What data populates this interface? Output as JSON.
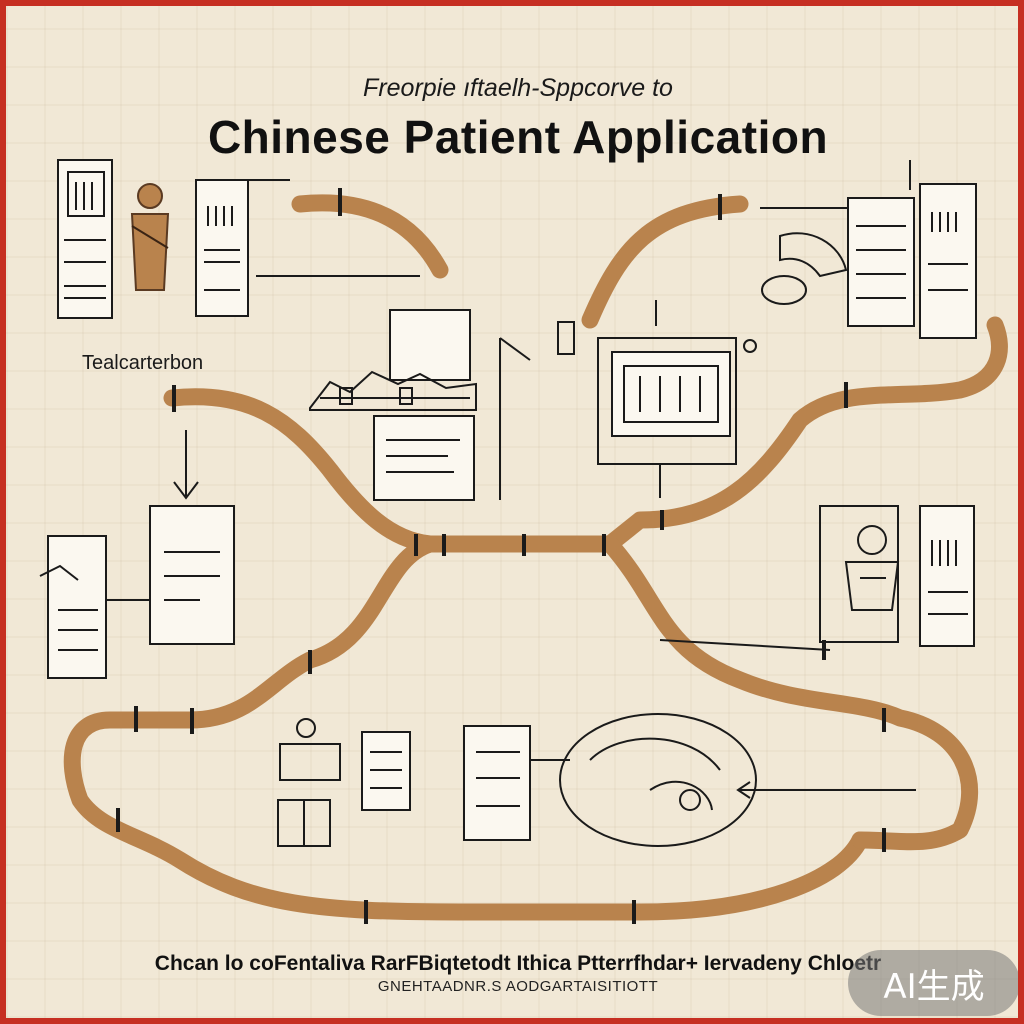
{
  "header": {
    "subtitle": "Freorpie ıftaelh-Sppcorve to",
    "title": "Chinese Patient Application"
  },
  "labels": {
    "side_label": "Tealcarterbon"
  },
  "footer": {
    "caption_line1": "Chcan lo coFentaliva RarFBiqtetodt Ithica Ptterrfhdar+ Iervadeny Chloetr",
    "caption_line2": "GNEHTAADNR.S AODGARTAISITIOTT"
  },
  "watermark": {
    "text": "AI生成"
  },
  "colors": {
    "frame": "#c62f22",
    "paper": "#f1e8d6",
    "pipe": "#b9834d",
    "ink": "#1a1a1a"
  }
}
